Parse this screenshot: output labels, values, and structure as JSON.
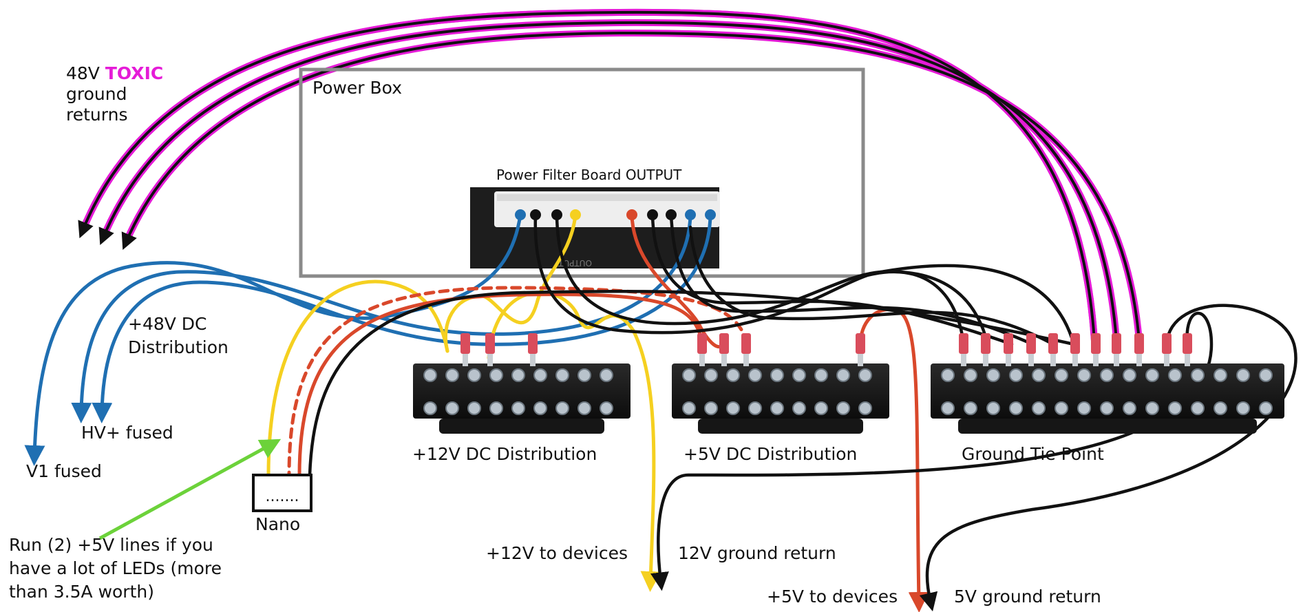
{
  "labels": {
    "toxic_prefix": "48V",
    "toxic_word": "TOXIC",
    "toxic_line2": "ground",
    "toxic_line3": "returns",
    "power_box": "Power Box",
    "filter_board": "Power Filter Board OUTPUT",
    "dist48_line1": "+48V DC",
    "dist48_line2": "Distribution",
    "hv_fused": "HV+ fused",
    "v1_fused": "V1 fused",
    "dist12": "+12V DC Distribution",
    "dist5": "+5V DC Distribution",
    "ground_tie": "Ground Tie Point",
    "nano": "Nano",
    "run_note_line1": "Run (2) +5V lines if you",
    "run_note_line2": "have a lot of LEDs (more",
    "run_note_line3": "than 3.5A worth)",
    "v12_devices": "+12V to devices",
    "gnd12_return": "12V ground return",
    "v5_devices": "+5V to devices",
    "gnd5_return": "5V ground return"
  },
  "colors": {
    "blue_wire": "#1f6fb2",
    "black_wire": "#111111",
    "yellow_wire": "#f5d020",
    "red_wire": "#d9482b",
    "toxic_magenta": "#e51bd7",
    "arrow_green": "#6cd23a",
    "box_border": "#8a8a8a"
  },
  "icons": [
    "terminal-block",
    "ring-terminal",
    "arrow-head",
    "connector-header"
  ]
}
